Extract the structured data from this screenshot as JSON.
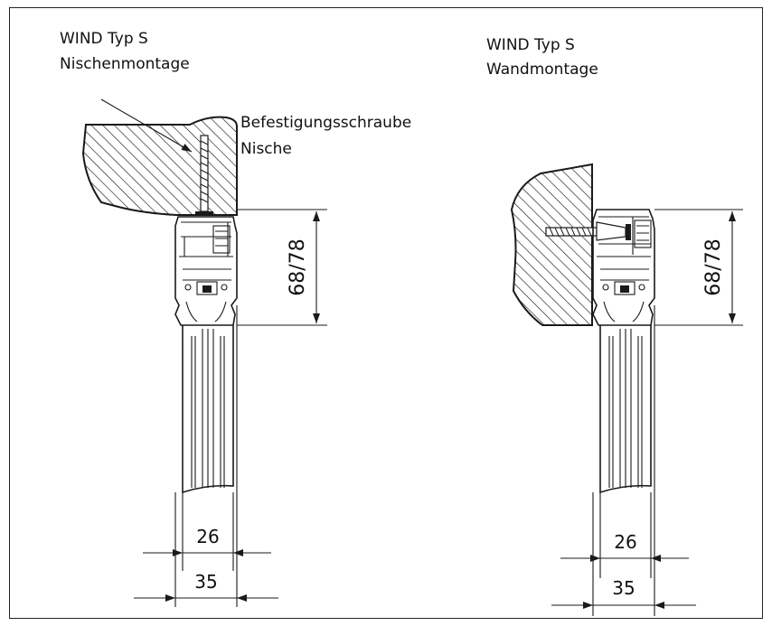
{
  "left_panel": {
    "title_line1": "WIND Typ S",
    "title_line2": "Nischenmontage",
    "callout_line1": "Befestigungsschraube",
    "callout_line2": "Nische",
    "dim_height": "68/78",
    "dim_inner_width": "26",
    "dim_outer_width": "35"
  },
  "right_panel": {
    "title_line1": "WIND Typ S",
    "title_line2": "Wandmontage",
    "dim_height": "68/78",
    "dim_inner_width": "26",
    "dim_outer_width": "35"
  }
}
